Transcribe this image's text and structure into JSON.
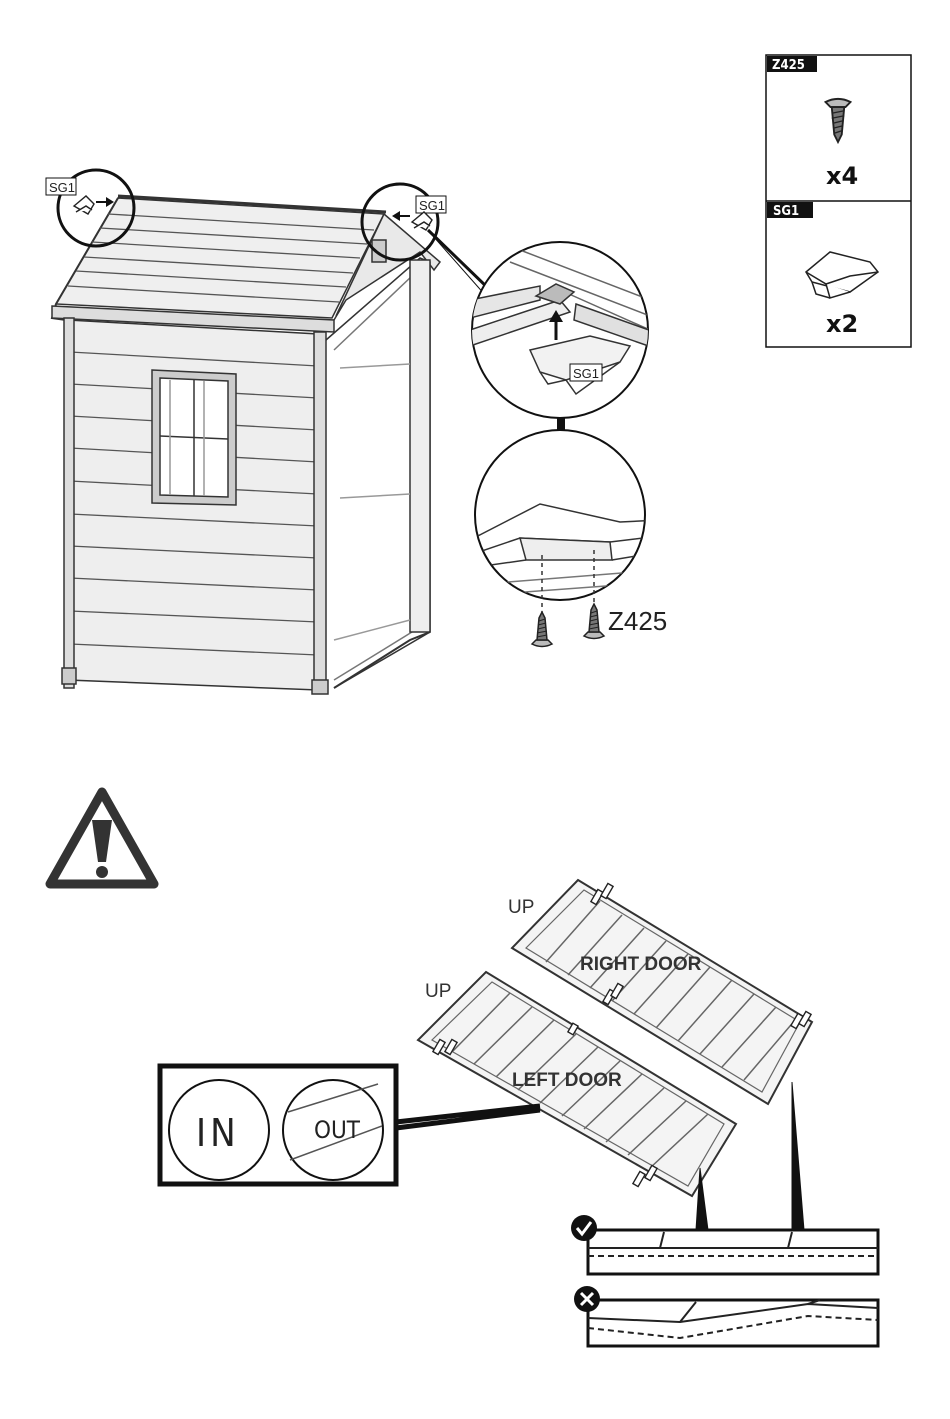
{
  "parts": [
    {
      "code": "Z425",
      "qty": "x4",
      "icon": "screw-icon"
    },
    {
      "code": "SG1",
      "qty": "x2",
      "icon": "gable-cap-icon"
    }
  ],
  "callouts": {
    "sg1_left": "SG1",
    "sg1_right": "SG1",
    "sg1_detail": "SG1",
    "z425_detail": "Z425"
  },
  "warning_icon": "warning-exclamation-icon",
  "doors": {
    "right": {
      "label": "RIGHT DOOR",
      "up": "UP"
    },
    "left": {
      "label": "LEFT DOOR",
      "up": "UP"
    }
  },
  "orientation": {
    "in": "IN",
    "out": "OUT"
  },
  "alignment": {
    "correct_icon": "check-icon",
    "wrong_icon": "cross-icon"
  }
}
